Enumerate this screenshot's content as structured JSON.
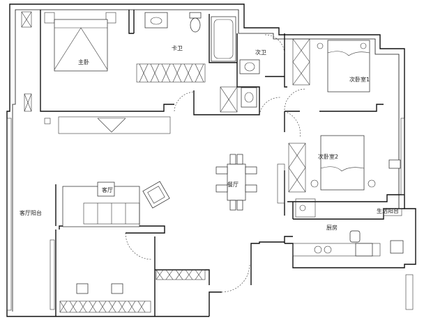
{
  "rooms": {
    "master_bedroom": "主卧",
    "main_bath": "卡卫",
    "second_bath": "次卫",
    "second_bedroom_1": "次卧室1",
    "second_bedroom_2": "次卧室2",
    "dining_room": "餐厅",
    "living_room": "客厅",
    "living_balcony": "客厅阳台",
    "kitchen": "厨房",
    "utility_balcony": "生活阳台"
  }
}
